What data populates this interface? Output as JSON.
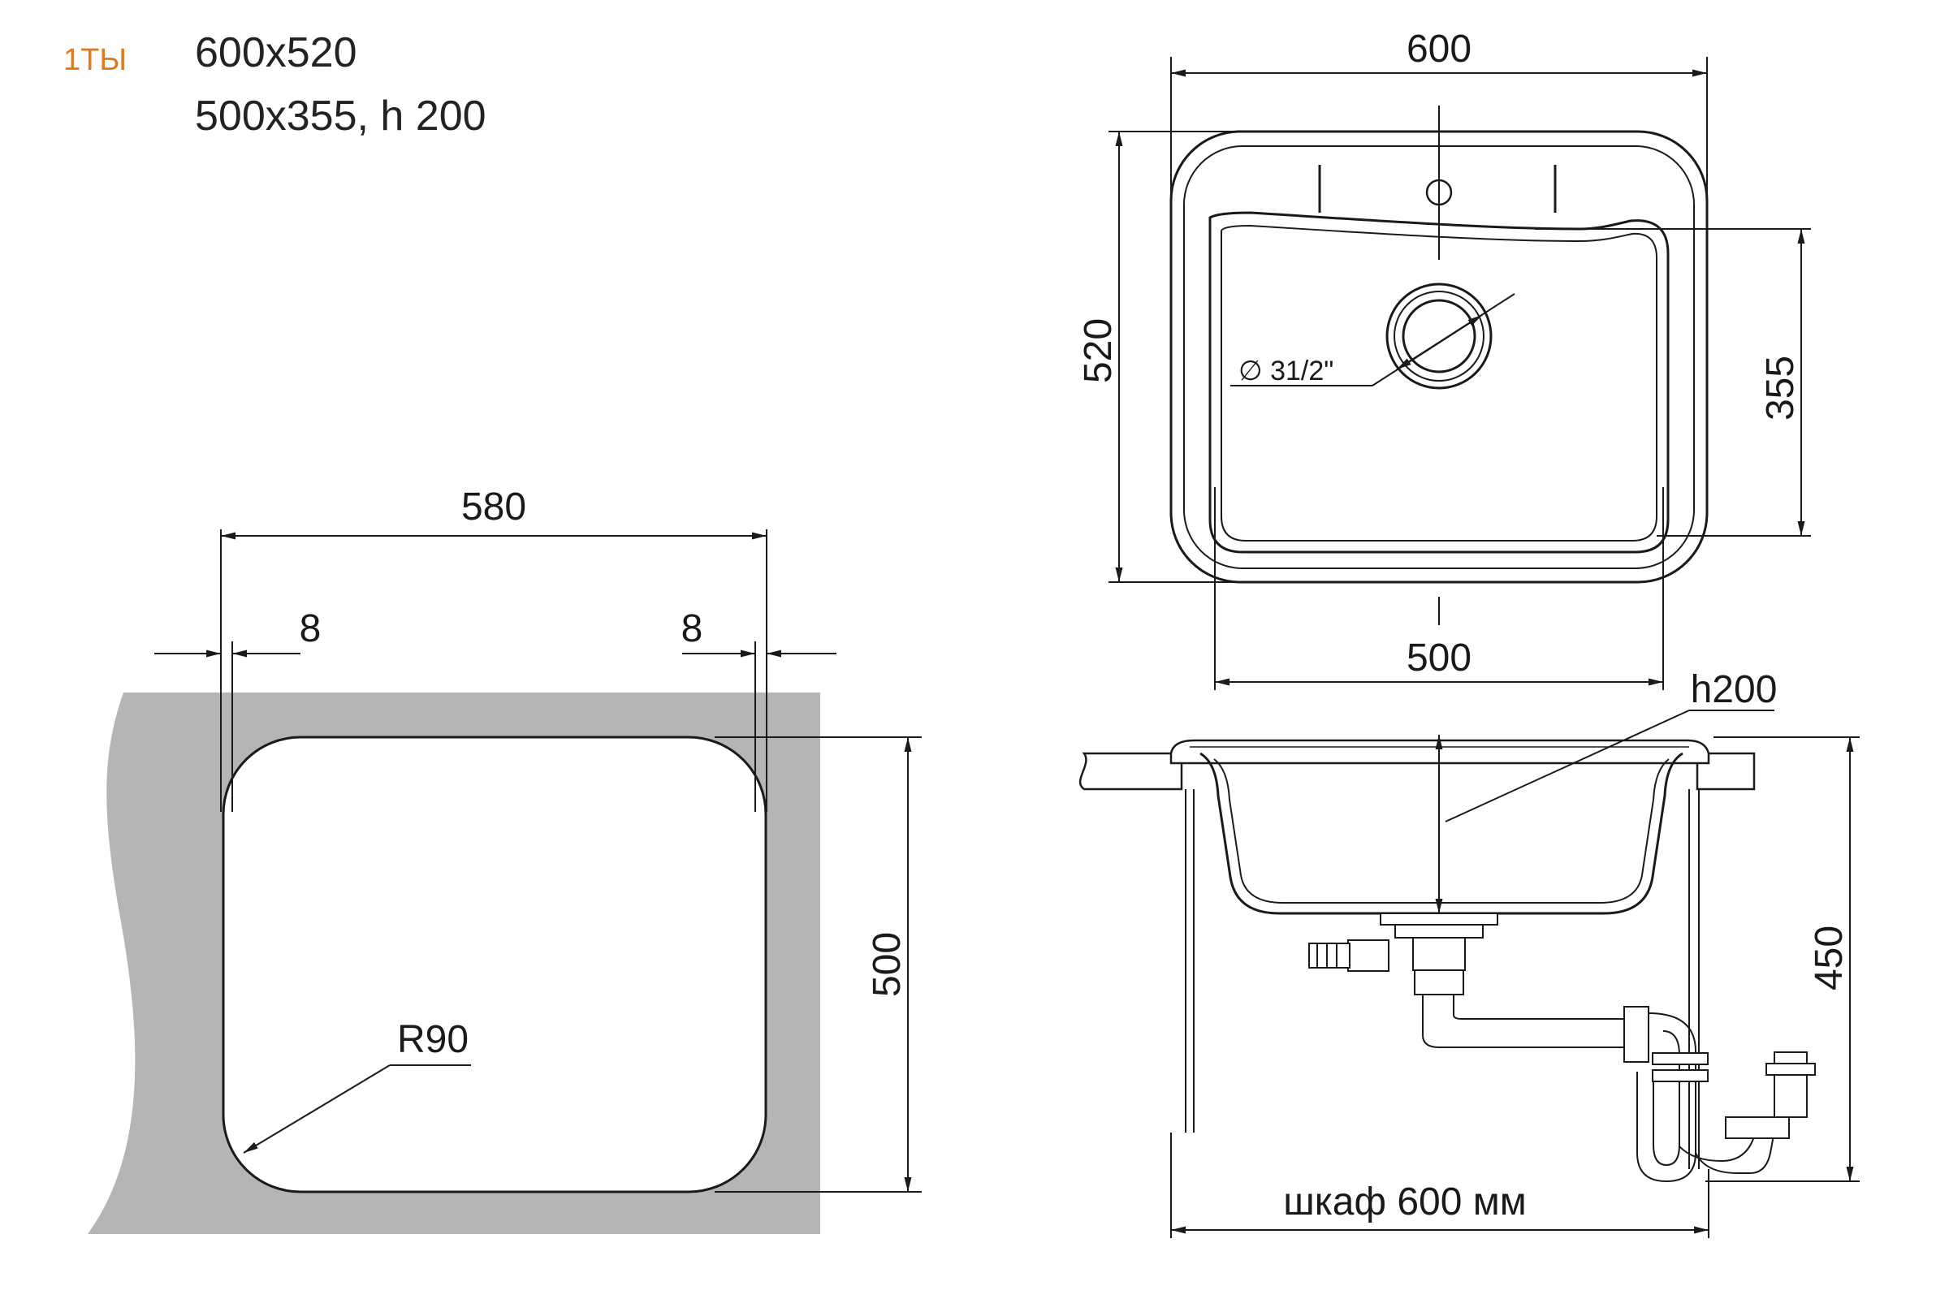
{
  "header": {
    "brand": "1ТЫ",
    "line1": "600x520",
    "line2": "500x355, h 200"
  },
  "cutout_view": {
    "width": "580",
    "edge_left": "8",
    "edge_right": "8",
    "height": "500",
    "radius": "R90"
  },
  "top_view": {
    "outer_width": "600",
    "outer_height": "520",
    "bowl_width": "500",
    "bowl_height": "355",
    "drain": "∅ 31/2\""
  },
  "side_view": {
    "depth": "h200",
    "total_height": "450",
    "cabinet": "шкаф 600 мм"
  },
  "colors": {
    "countertop": "#b5b5b5",
    "brand": "#e07a1f",
    "lines": "#1a1a1a"
  }
}
